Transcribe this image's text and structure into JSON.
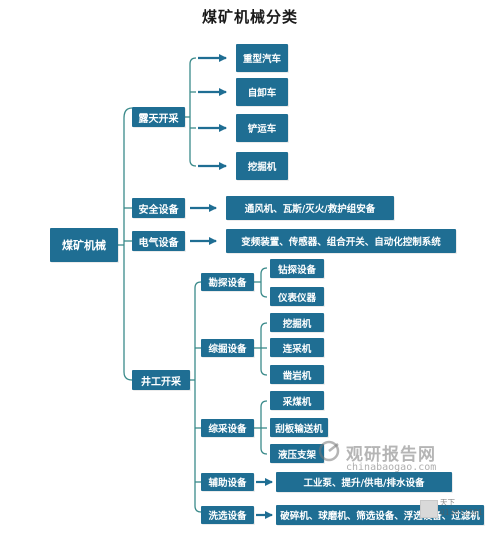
{
  "title": "煤矿机械分类",
  "root": "煤矿机械",
  "categories": {
    "open_pit": "露天开采",
    "safety": "安全设备",
    "electrical": "电气设备",
    "underground": "井工开采"
  },
  "open_pit_items": [
    "重型汽车",
    "自卸车",
    "铲运车",
    "挖掘机"
  ],
  "safety_items": "通风机、瓦斯/灭火/救护组安备",
  "electrical_items": "变频装置、传感器、组合开关、自动化控制系统",
  "underground_subs": {
    "drilling": "勘探设备",
    "excavation": "综掘设备",
    "mining": "综采设备",
    "auxiliary": "辅助设备",
    "washing": "洗选设备"
  },
  "drilling_items": [
    "钻探设备",
    "仪表仪器"
  ],
  "excavation_items": [
    "挖掘机",
    "连采机",
    "凿岩机"
  ],
  "mining_items": [
    "采煤机",
    "刮板输送机",
    "液压支架"
  ],
  "auxiliary_items": "工业泵、提升/供电/排水设备",
  "washing_items": "破碎机、球磨机、筛选设备、浮选设备、过滤机",
  "watermark": {
    "name": "观研报告网",
    "url": "chinabaogao.com",
    "credit_line1": "天下",
    "credit_line2": "013672581"
  },
  "colors": {
    "box": "#1f6e93",
    "line": "#3a8a8a",
    "arrow": "#1f6e93"
  }
}
